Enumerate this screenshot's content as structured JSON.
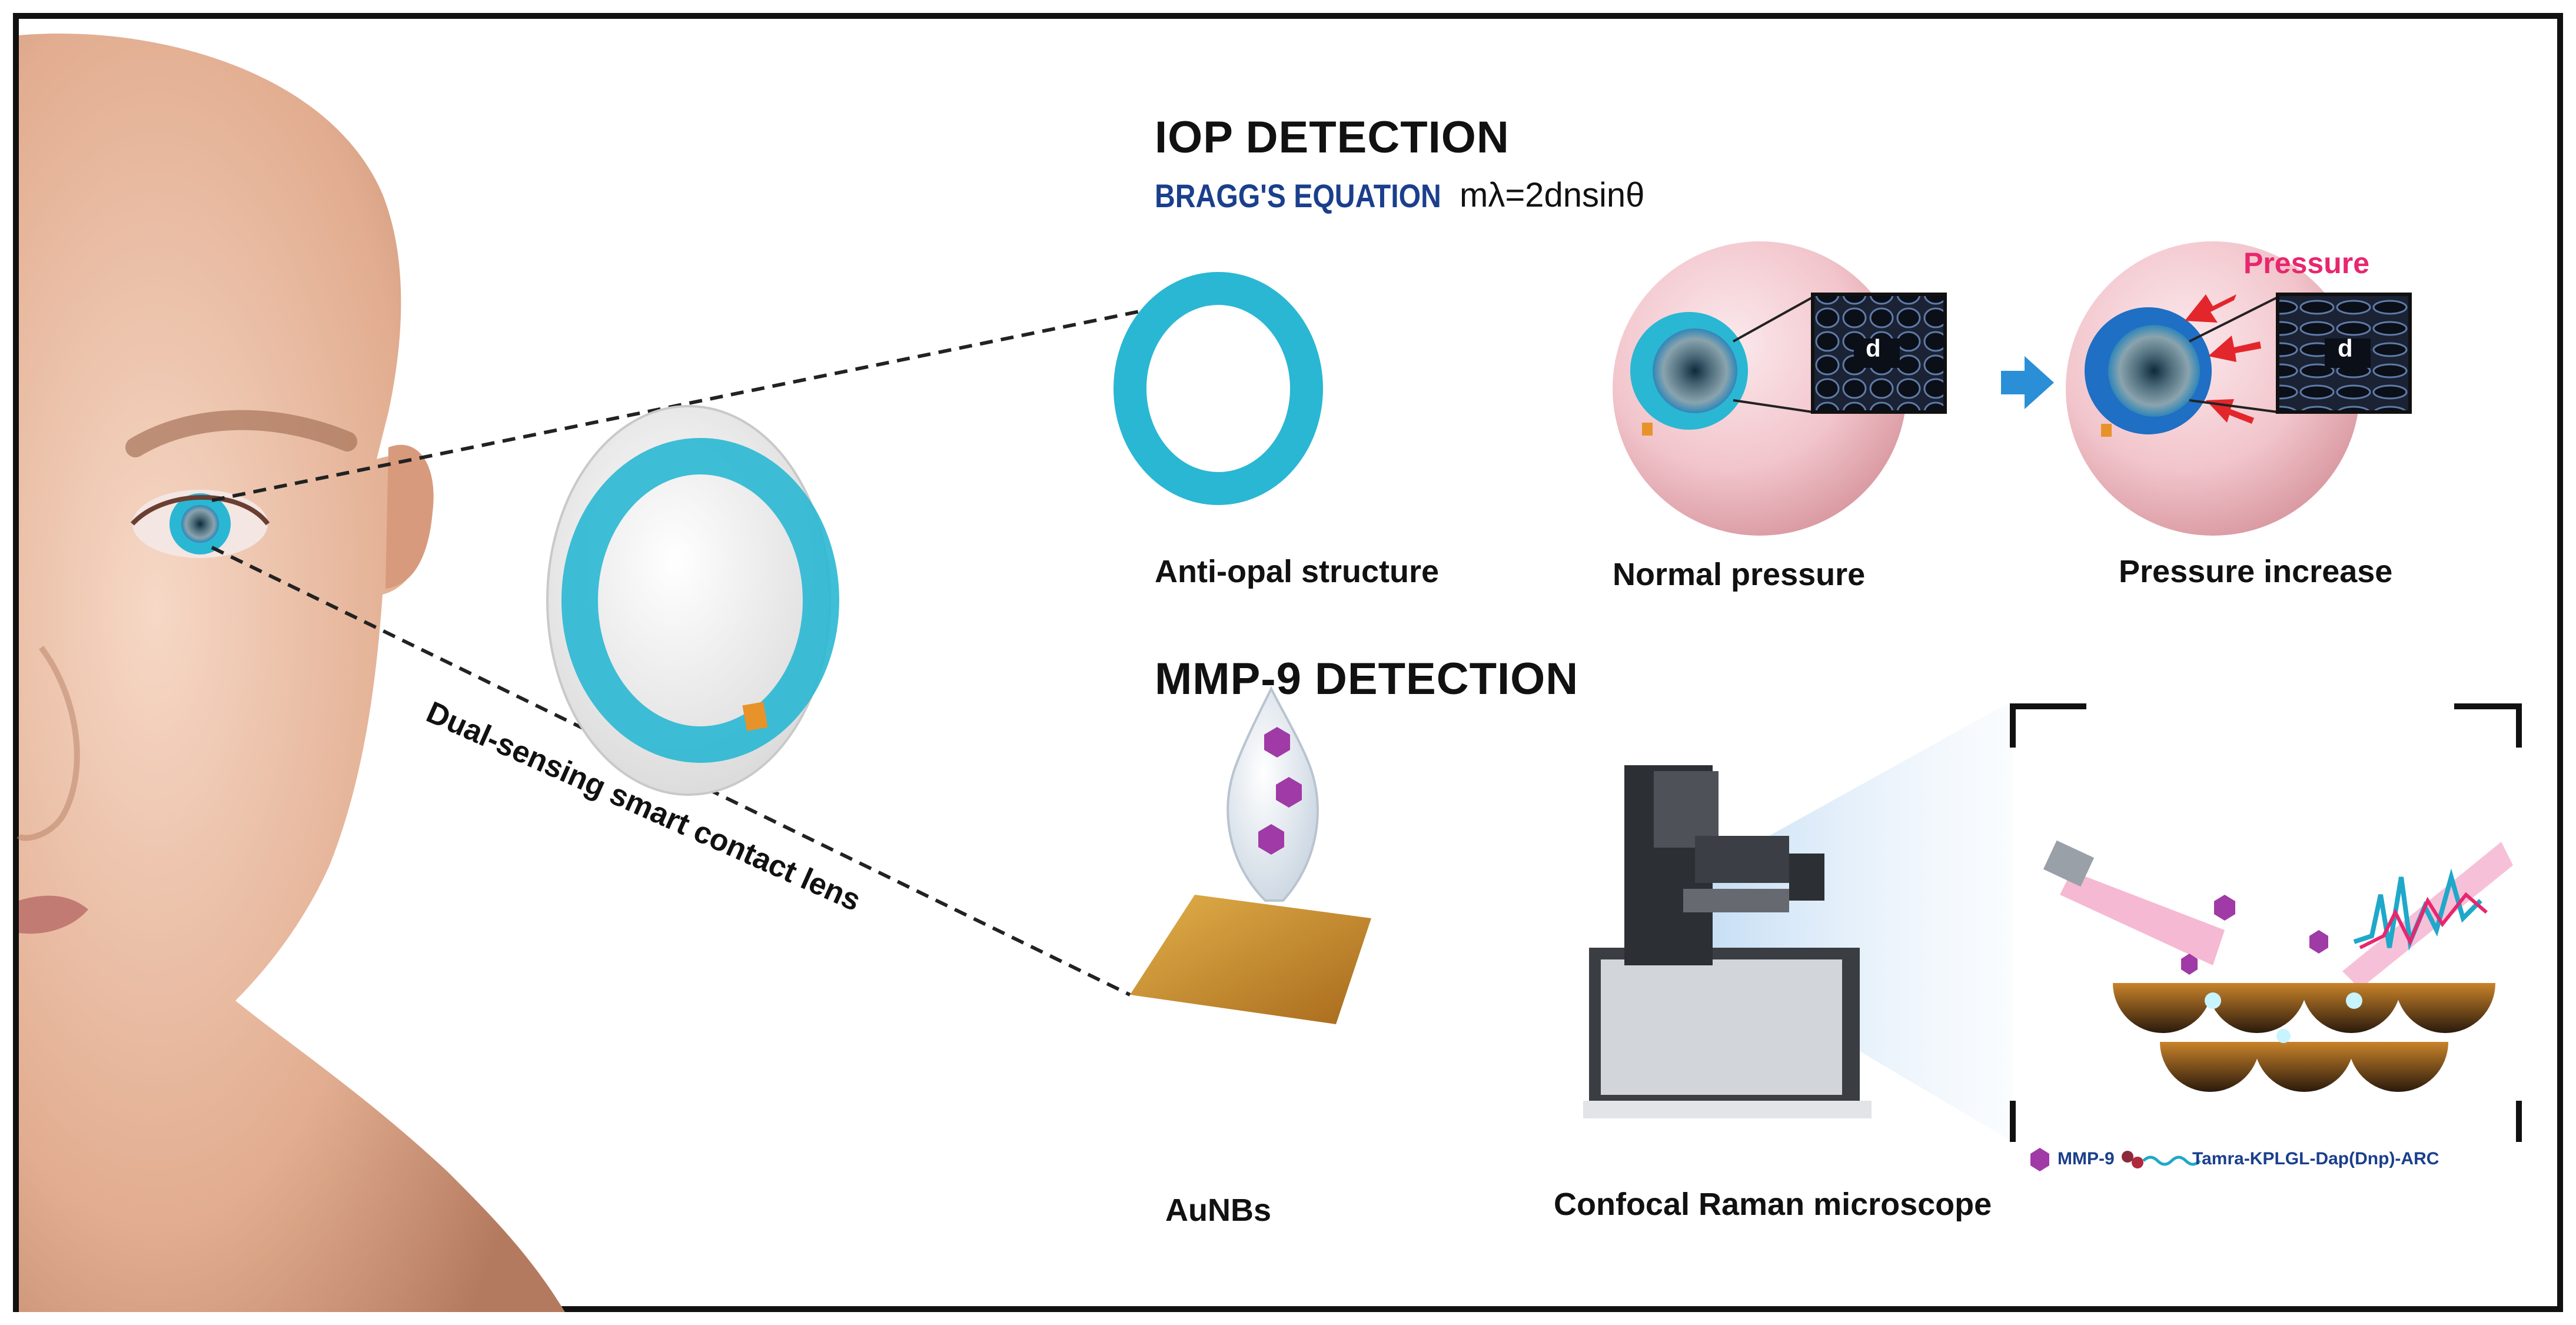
{
  "iop": {
    "heading": "IOP DETECTION",
    "bragg_label": "BRAGG'S EQUATION",
    "equation": "mλ=2dnsinθ",
    "captions": {
      "anti_opal": "Anti-opal structure",
      "normal": "Normal pressure",
      "increase": "Pressure increase"
    },
    "pressure_label": "Pressure",
    "spacing_symbol": "d"
  },
  "mmp9": {
    "heading": "MMP-9 DETECTION",
    "captions": {
      "aunbs": "AuNBs",
      "raman": "Confocal Raman microscope"
    },
    "legend": {
      "item1": "MMP-9",
      "item2": "Tamra-KPLGL-Dap(Dnp)-ARC"
    }
  },
  "lens_label": "Dual-sensing smart contact lens",
  "colors": {
    "cyan": "#2ab7d3",
    "navy": "#1a3f8c",
    "pink": "#e8266e",
    "red_arrow": "#e3262b",
    "gold": "#c98a2a"
  }
}
